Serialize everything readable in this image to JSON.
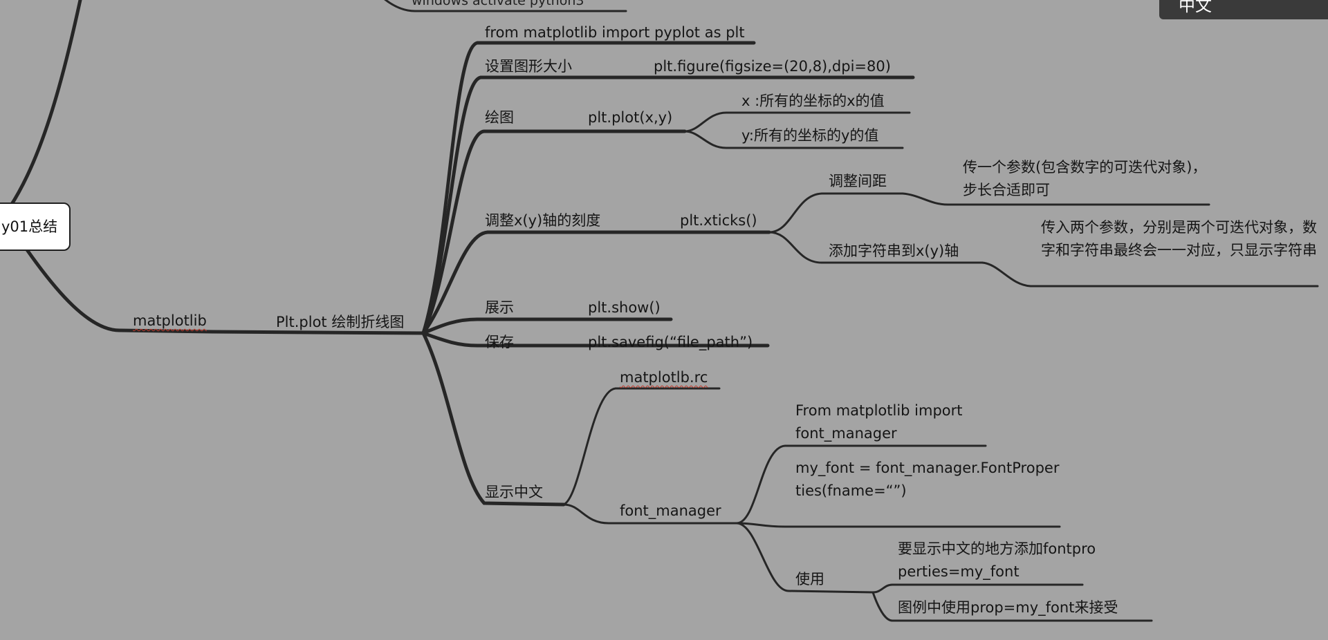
{
  "mindmap": {
    "root_label": "y01总结",
    "top_cut_text": "windows activate python3",
    "overlay_label": "中文",
    "library": "matplotlib",
    "plot_topic": "Plt.plot 绘制折线图",
    "import_line": "from matplotlib import pyplot as plt",
    "figure_size": {
      "label": "设置图形大小",
      "code": "plt.figure(figsize=(20,8),dpi=80)"
    },
    "draw": {
      "label": "绘图",
      "code": "plt.plot(x,y)",
      "x_note": "x :所有的坐标的x的值",
      "y_note": "y:所有的坐标的y的值"
    },
    "ticks": {
      "label": "调整x(y)轴的刻度",
      "code": "plt.xticks()",
      "spacing_label": "调整间距",
      "spacing_desc": "传一个参数(包含数字的可迭代对象)，步长合适即可",
      "strings_label": "添加字符串到x(y)轴",
      "strings_desc": "传入两个参数，分别是两个可迭代对象，数字和字符串最终会一一对应，只显示字符串"
    },
    "show": {
      "label": "展示",
      "code": "plt.show()"
    },
    "save": {
      "label": "保存",
      "code": "plt.savefig(“file_path”)"
    },
    "chinese": {
      "label": "显示中文",
      "rc": "matplotlb.rc",
      "font_manager": "font_manager",
      "import_fm": "From matplotlib import font_manager",
      "my_font": "my_font = font_manager.FontProperties(fname=“”)",
      "use_label": "使用",
      "use_desc": "要显示中文的地方添加fontproperties=my_font",
      "legend_desc": "图例中使用prop=my_font来接受"
    }
  }
}
